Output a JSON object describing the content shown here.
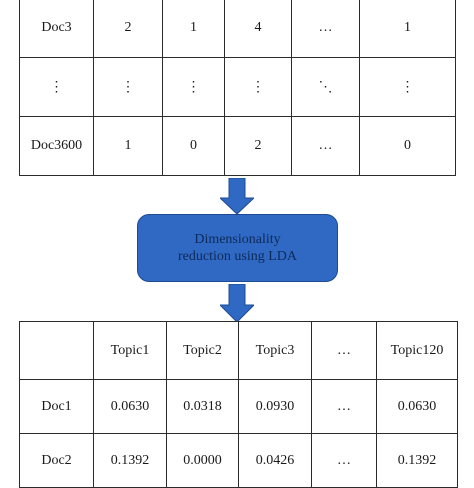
{
  "top_table": {
    "rows": [
      [
        "Doc3",
        "2",
        "1",
        "4",
        "…",
        "1"
      ],
      [
        "⋮",
        "⋮",
        "⋮",
        "⋮",
        "⋱",
        "⋮"
      ],
      [
        "Doc3600",
        "1",
        "0",
        "2",
        "…",
        "0"
      ]
    ]
  },
  "process": {
    "line1": "Dimensionality",
    "line2": "reduction using LDA"
  },
  "bottom_table": {
    "header": [
      "",
      "Topic1",
      "Topic2",
      "Topic3",
      "…",
      "Topic120"
    ],
    "rows": [
      [
        "Doc1",
        "0.0630",
        "0.0318",
        "0.0930",
        "…",
        "0.0630"
      ],
      [
        "Doc2",
        "0.1392",
        "0.0000",
        "0.0426",
        "…",
        "0.1392"
      ]
    ]
  },
  "colors": {
    "arrow": "#2f69c3",
    "box": "#2f69c3",
    "border": "#2b2b2b"
  }
}
